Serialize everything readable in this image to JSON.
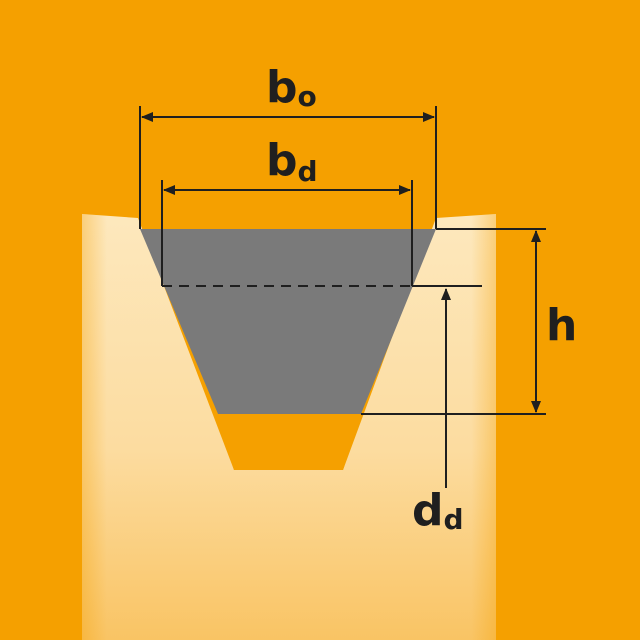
{
  "colors": {
    "background": "#f5a000",
    "pulley_light": "#fde4b3",
    "pulley_mid": "#fbcd7a",
    "groove_bottom": "#f5a000",
    "belt": "#7a7a7a",
    "line": "#1f1f1f"
  },
  "labels": {
    "bo": {
      "main": "b",
      "sub": "o"
    },
    "bd": {
      "main": "b",
      "sub": "d"
    },
    "h": {
      "main": "h"
    },
    "dd": {
      "main": "d",
      "sub": "d"
    }
  }
}
